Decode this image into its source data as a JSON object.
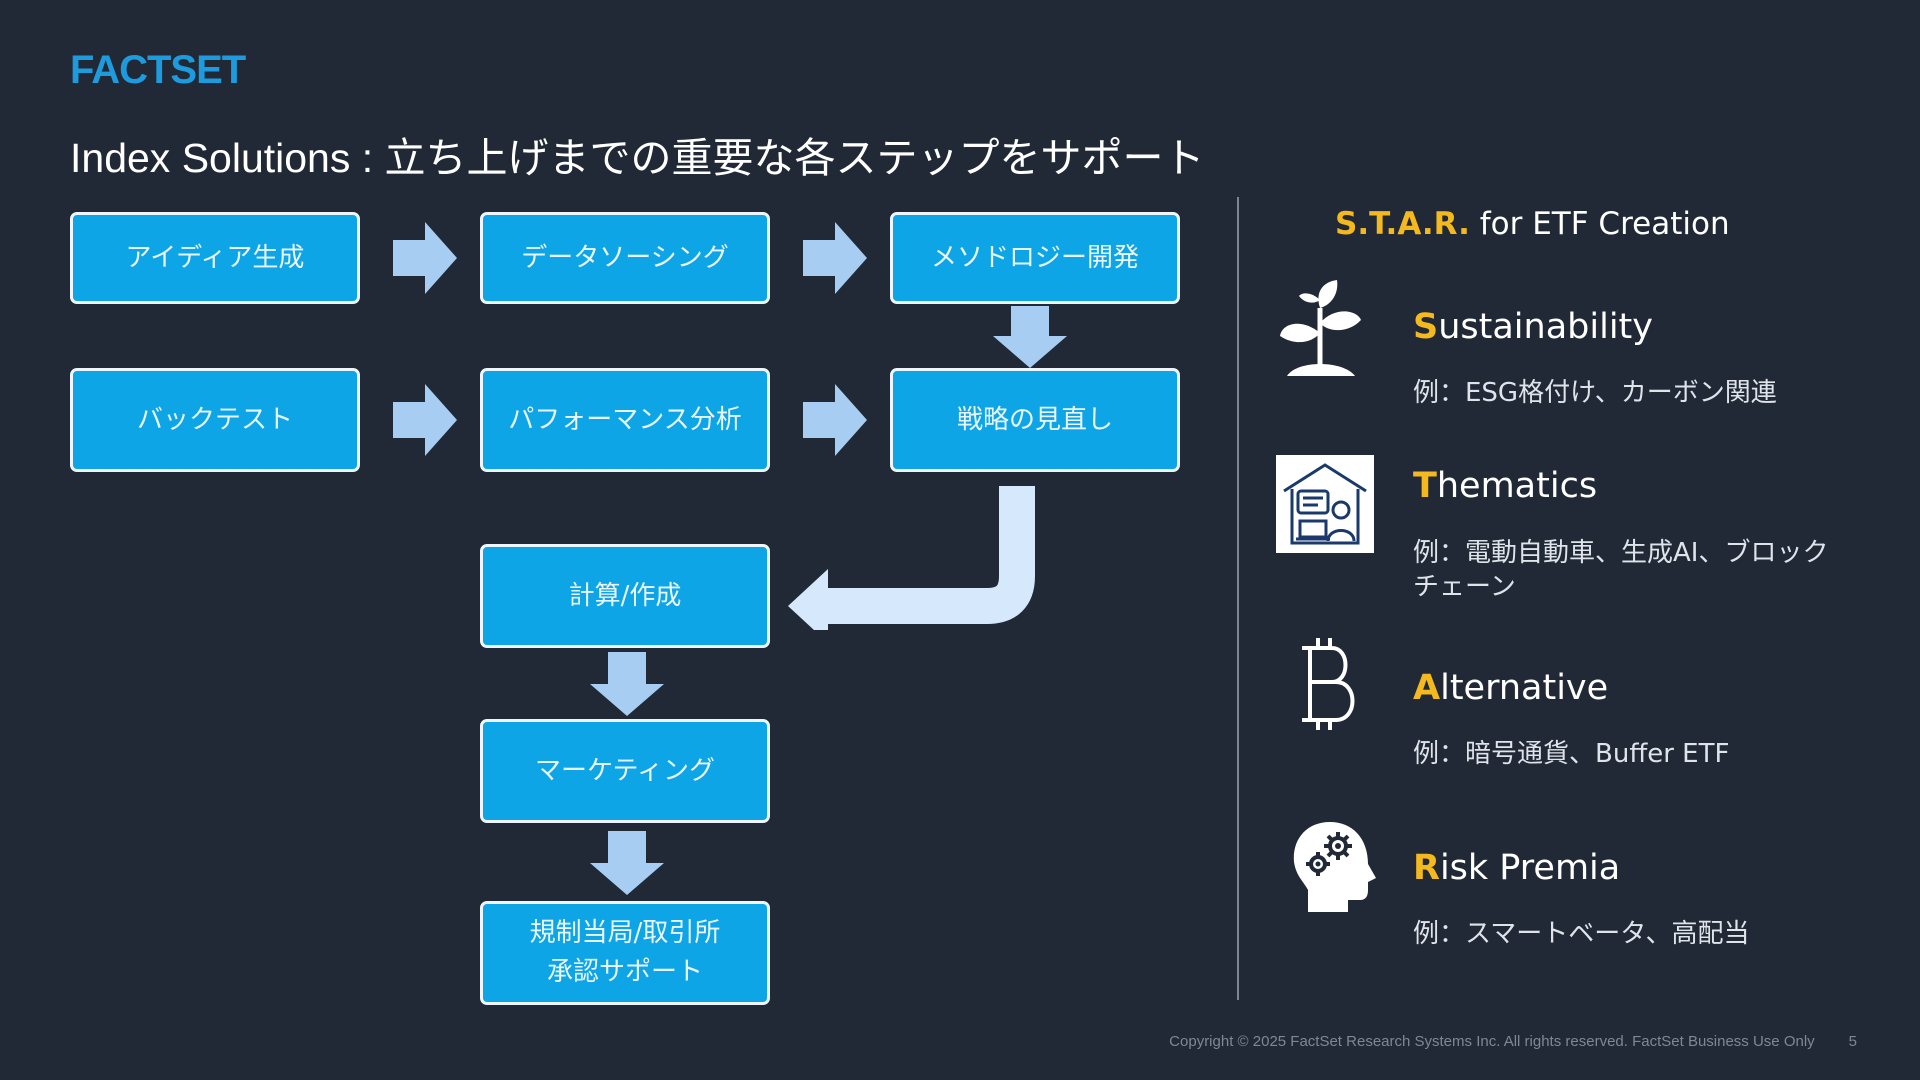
{
  "logo": "FACTSET",
  "title": "Index Solutions : 立ち上げまでの重要な各ステップをサポート",
  "flow": {
    "steps": [
      "アイディア生成",
      "データソーシング",
      "メソドロジー開発",
      "バックテスト",
      "パフォーマンス分析",
      "戦略の見直し",
      "計算/作成",
      "マーケティング",
      "規制当局/取引所\n承認サポート"
    ]
  },
  "star": {
    "heading_highlight": "S.T.A.R.",
    "heading_rest": " for ETF Creation",
    "items": [
      {
        "first": "S",
        "rest": "ustainability",
        "desc": "例：ESG格付け、カーボン関連",
        "icon": "plant-sprout-icon"
      },
      {
        "first": "T",
        "rest": "hematics",
        "desc": "例：電動自動車、生成AI、ブロックチェーン",
        "icon": "home-office-worker-icon"
      },
      {
        "first": "A",
        "rest": "lternative",
        "desc": "例：暗号通貨、Buffer ETF",
        "icon": "bitcoin-icon"
      },
      {
        "first": "R",
        "rest": "isk Premia",
        "desc": "例：スマートベータ、高配当",
        "icon": "head-gears-icon"
      }
    ]
  },
  "footer": {
    "copyright": "Copyright © 2025 FactSet Research Systems Inc. All rights reserved. FactSet Business Use Only",
    "page_number": "5"
  },
  "colors": {
    "background": "#212936",
    "box_fill": "#0ea5e6",
    "arrow": "#a7cdf3",
    "return_arrow": "#d6e8fc",
    "accent": "#f5b920",
    "logo": "#1e9bdc"
  }
}
